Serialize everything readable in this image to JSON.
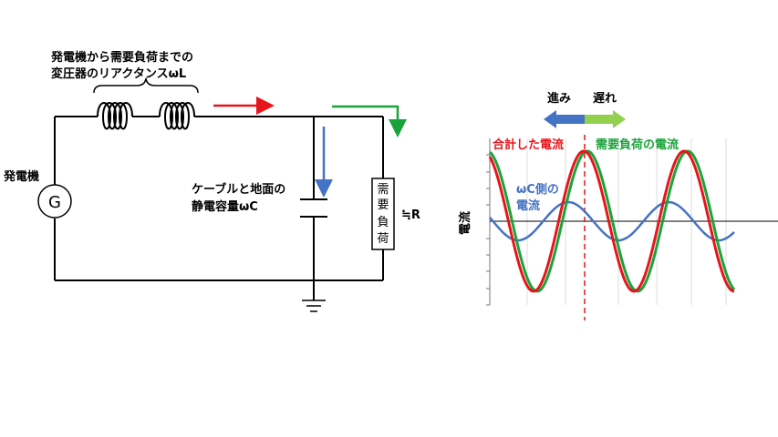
{
  "circuit": {
    "reactance_label_line1": "発電機から需要負荷までの",
    "reactance_label_line2": "変圧器のリアクタンスωL",
    "generator_label": "発電機",
    "generator_symbol": "G",
    "capacitance_label_line1": "ケーブルと地面の",
    "capacitance_label_line2": "静電容量ωC",
    "load_chars": [
      "需",
      "要",
      "負",
      "荷"
    ],
    "load_approx": "≒R"
  },
  "waveform": {
    "lead_label": "進み",
    "lag_label": "遅れ",
    "total_current_label": "合計した電流",
    "load_current_label": "需要負荷の電流",
    "cap_current_line1": "ωC側の",
    "cap_current_line2": "電流",
    "y_axis_label": "電流",
    "colors": {
      "total": "#e8141b",
      "load": "#1aa33a",
      "capacitive": "#4472c4",
      "lead_arrow": "#4472c4",
      "lag_arrow": "#92d050",
      "marker": "#e8141b"
    }
  }
}
